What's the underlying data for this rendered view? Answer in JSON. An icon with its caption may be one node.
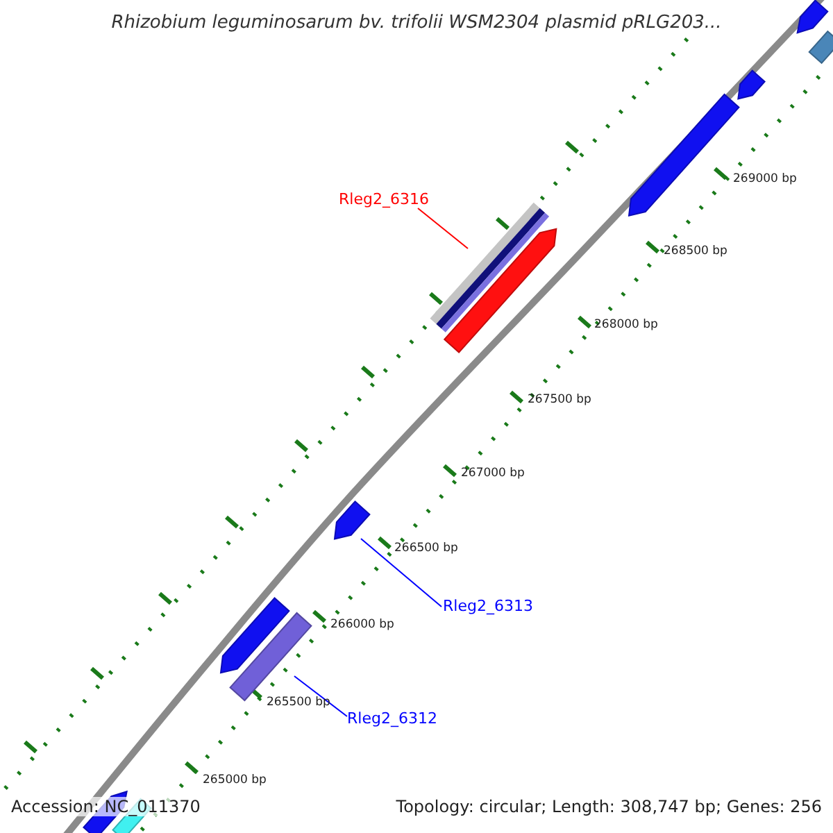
{
  "diagram": {
    "title": "Rhizobium leguminosarum bv. trifolii WSM2304 plasmid pRLG203...",
    "nodes": [
      {
        "text": [
          "Rleg2_6316"
        ]
      },
      {
        "text": [],
        "shape": "bar"
      },
      {
        "text": [
          "Rleg2_6313"
        ]
      },
      {
        "text": [],
        "shape": "bar"
      },
      {
        "text": [
          "Rleg2_6312"
        ]
      },
      {
        "text": [],
        "shape": "bar"
      }
    ],
    "edges": [
      {
        "from": 0,
        "to": 1,
        "arrow": "none",
        "color": "#ff0000"
      },
      {
        "from": 2,
        "to": 3,
        "arrow": "none"
      },
      {
        "from": 4,
        "to": 5,
        "arrow": "none"
      }
    ],
    "labels": [
      "269000 bp",
      "268500 bp",
      "268000 bp",
      "267500 bp",
      "267000 bp",
      "266500 bp",
      "266000 bp",
      "265500 bp",
      "265000 bp",
      "Accession: NC_011370",
      "Topology: circular; Length: 308,747 bp; Genes: 256"
    ]
  }
}
